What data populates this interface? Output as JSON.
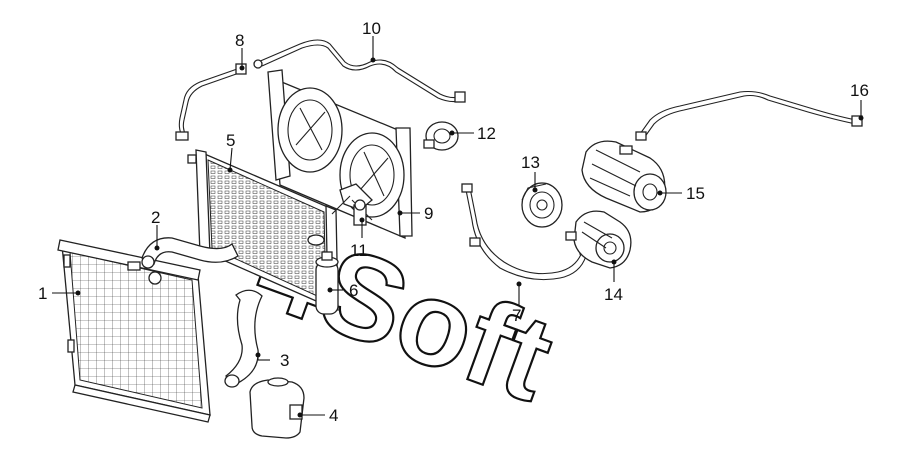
{
  "watermark": "4Soft",
  "callouts": {
    "c1": "1",
    "c2": "2",
    "c3": "3",
    "c4": "4",
    "c5": "5",
    "c6": "6",
    "c7": "7",
    "c8": "8",
    "c9": "9",
    "c10": "10",
    "c11": "11",
    "c12": "12",
    "c13": "13",
    "c14": "14",
    "c15": "15",
    "c16": "16"
  }
}
